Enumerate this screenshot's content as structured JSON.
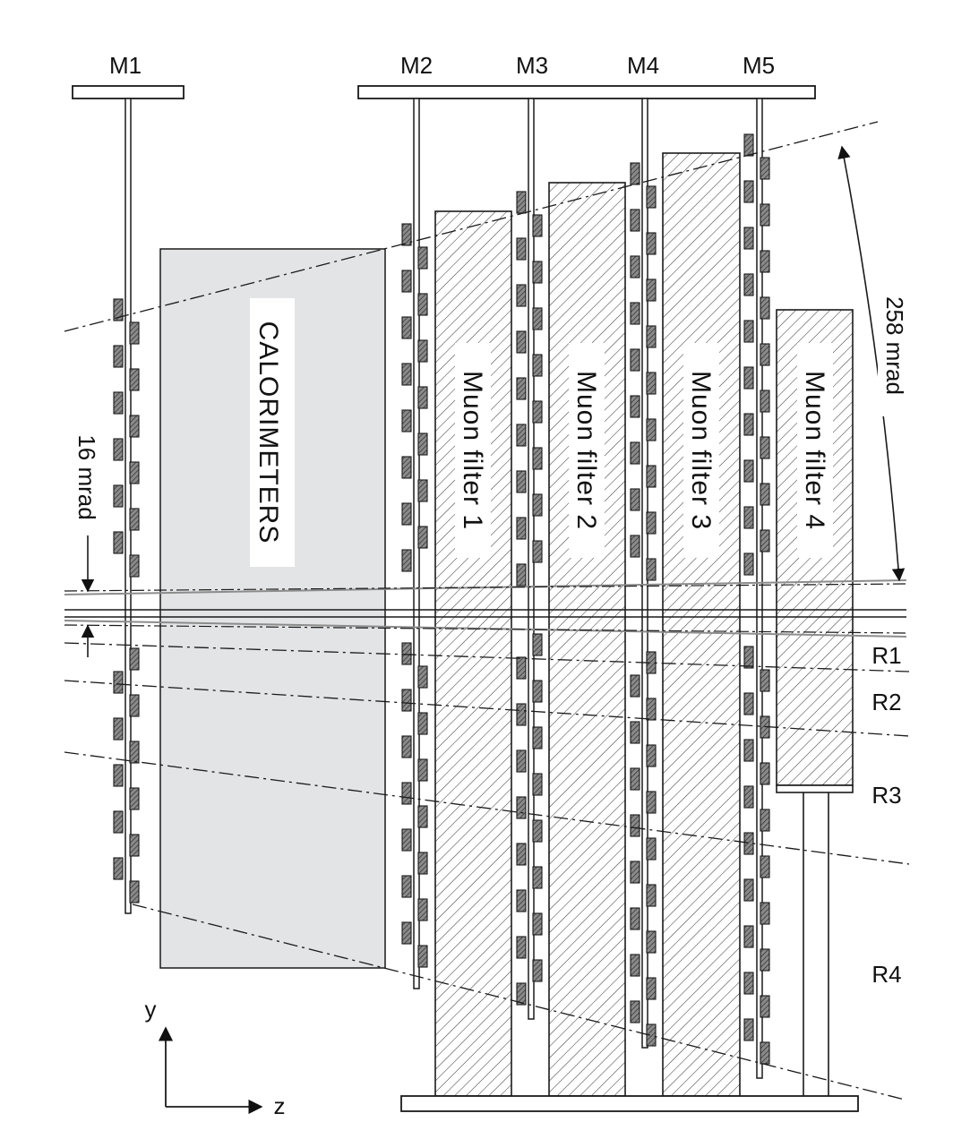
{
  "stations": {
    "m1": "M1",
    "m2": "M2",
    "m3": "M3",
    "m4": "M4",
    "m5": "M5"
  },
  "blocks": {
    "calorimeters": "CALORIMETERS",
    "filter1": "Muon filter 1",
    "filter2": "Muon filter 2",
    "filter3": "Muon filter 3",
    "filter4": "Muon filter 4"
  },
  "regions": {
    "r1": "R1",
    "r2": "R2",
    "r3": "R3",
    "r4": "R4"
  },
  "angles": {
    "outer": "258 mrad",
    "inner": "16 mrad"
  },
  "axes": {
    "y": "y",
    "z": "z"
  },
  "colors": {
    "calorimeter_fill": "#e3e4e6",
    "line": "#1a1a1a",
    "chamber_fill": "#6f6f6f",
    "beam_gray": "#8c8c8c"
  }
}
